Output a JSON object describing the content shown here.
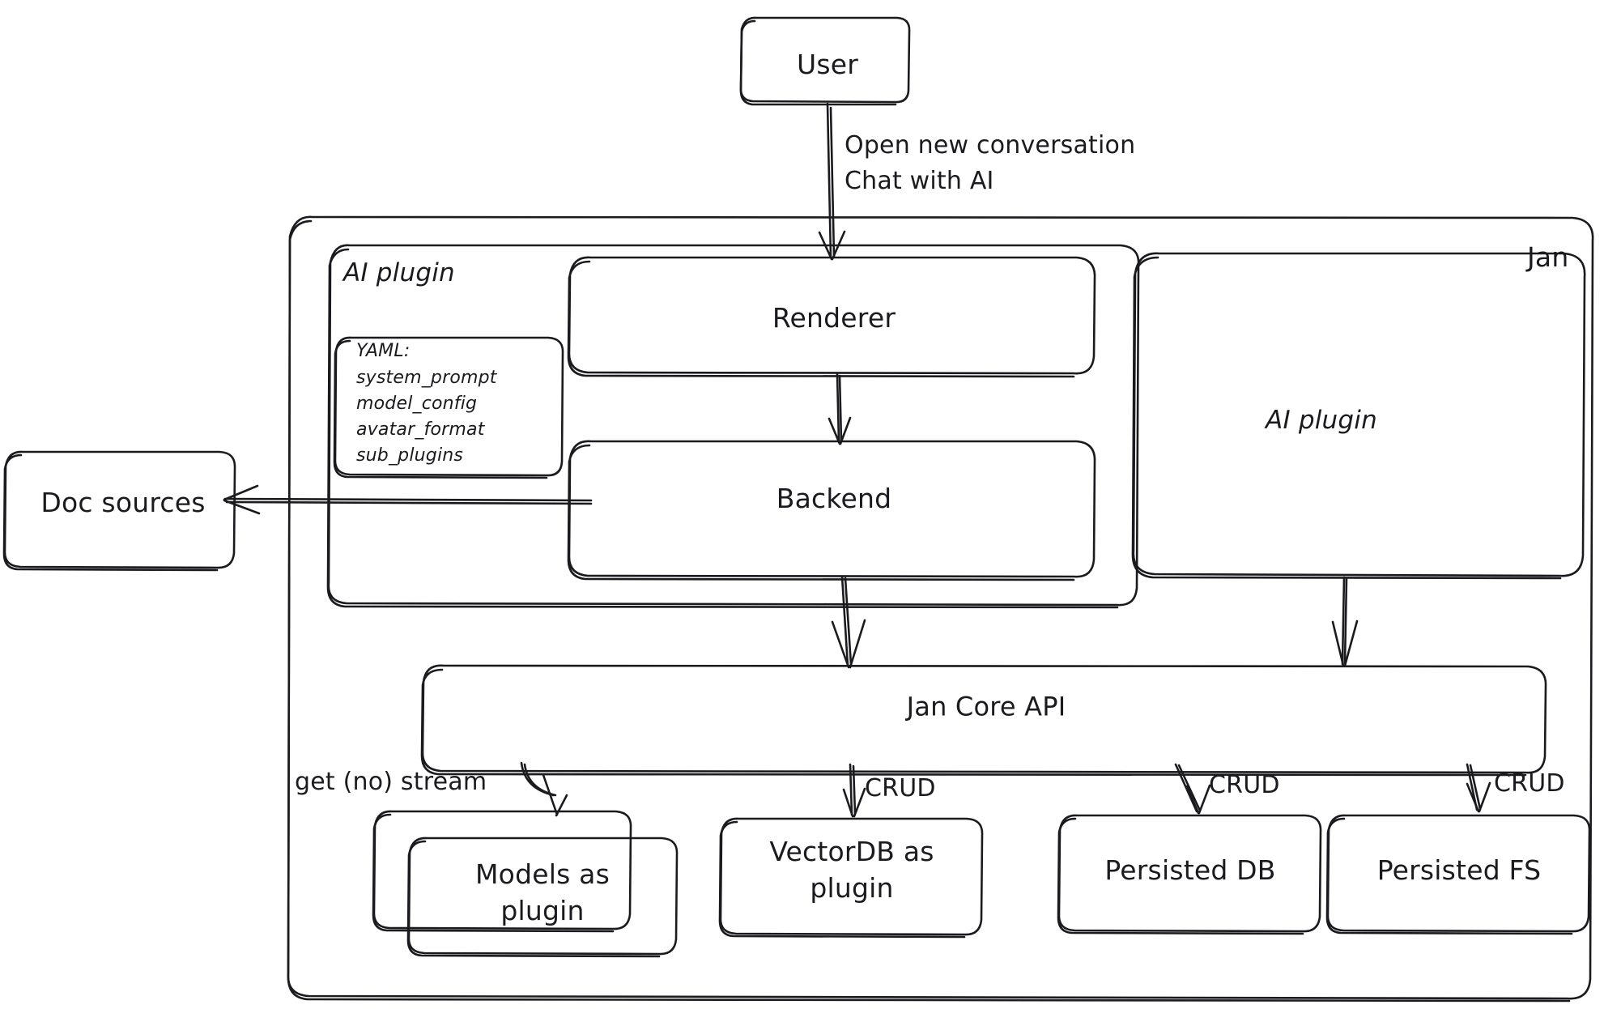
{
  "diagram": {
    "title": "Jan architecture diagram",
    "style": "hand-drawn",
    "stroke_color": "#1b1b1f",
    "background_color": "#ffffff"
  },
  "nodes": {
    "user": {
      "label": "User"
    },
    "jan_container": {
      "label": "Jan"
    },
    "ai_plugin_group": {
      "label": "AI plugin"
    },
    "yaml_box": {
      "lines": [
        "YAML:",
        "system_prompt",
        "model_config",
        "avatar_format",
        "sub_plugins"
      ]
    },
    "renderer": {
      "label": "Renderer"
    },
    "backend": {
      "label": "Backend"
    },
    "ai_plugin_box": {
      "label": "AI plugin"
    },
    "doc_sources": {
      "label": "Doc sources"
    },
    "jan_core_api": {
      "label": "Jan Core API"
    },
    "models_plugin": {
      "line1": "Models as",
      "line2": "plugin"
    },
    "vectordb_plugin": {
      "line1": "VectorDB as",
      "line2": "plugin"
    },
    "persisted_db": {
      "label": "Persisted DB"
    },
    "persisted_fs": {
      "label": "Persisted FS"
    }
  },
  "edges": {
    "user_to_renderer": {
      "line1": "Open new conversation",
      "line2": "Chat with AI"
    },
    "renderer_to_backend": {
      "label": ""
    },
    "backend_to_docsources": {
      "label": ""
    },
    "backend_to_core": {
      "label": ""
    },
    "aiplugin_to_core": {
      "label": ""
    },
    "core_to_models": {
      "label": "get (no) stream"
    },
    "core_to_vectordb": {
      "label": "CRUD"
    },
    "core_to_persisteddb": {
      "label": "CRUD"
    },
    "core_to_persistedfs": {
      "label": "CRUD"
    }
  }
}
